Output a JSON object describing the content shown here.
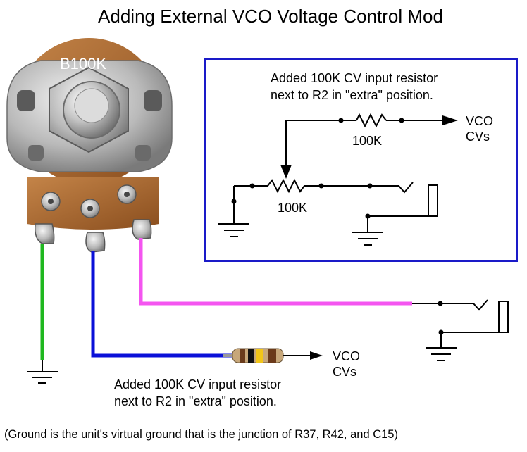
{
  "title": "Adding External VCO Voltage Control Mod",
  "pot_label": "B100K",
  "schematic": {
    "note_line1": "Added 100K CV input resistor",
    "note_line2": "next to R2 in \"extra\" position.",
    "resistor_label": "100K",
    "pot_label": "100K",
    "output_line1": "VCO",
    "output_line2": "CVs"
  },
  "wiring": {
    "output_line1": "VCO",
    "output_line2": "CVs",
    "note_line1": "Added 100K CV input resistor",
    "note_line2": "next to R2 in \"extra\" position."
  },
  "footer": "(Ground is the unit's virtual ground that is the junction of R37, R42, and C15)",
  "colors": {
    "ground_wire": "#1fb81f",
    "wiper_wire": "#0a10d8",
    "cv_wire": "#f455f0",
    "box_border": "#1a1ac8",
    "pot_body": "#a9652c"
  }
}
